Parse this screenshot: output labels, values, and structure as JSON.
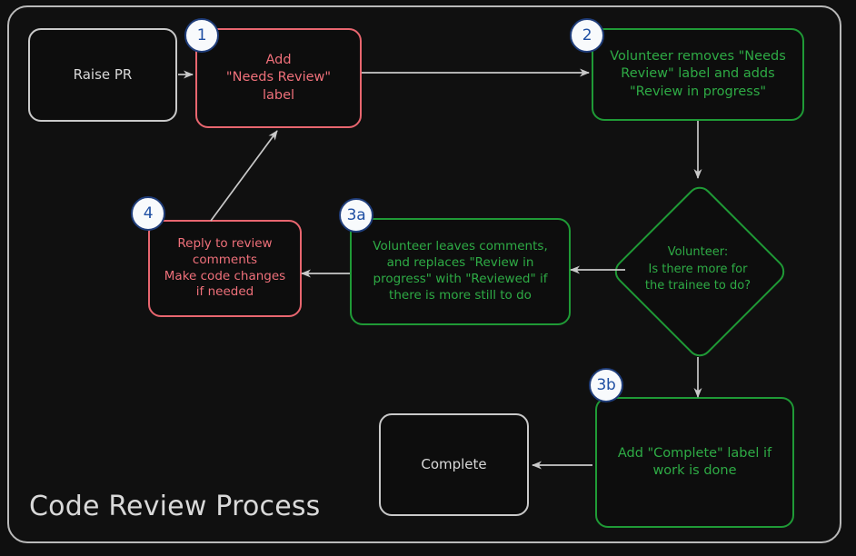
{
  "diagram": {
    "title": "Code Review Process",
    "colors": {
      "background": "#0f0f0f",
      "frame_border": "#b9b9b9",
      "terminal_border": "#c9c9c9",
      "terminal_text": "#d8d8d8",
      "red_border": "#e8666f",
      "red_text": "#ef707a",
      "green_border": "#1f9a36",
      "green_text": "#2eab45",
      "badge_fill": "#f8fafc",
      "badge_border": "#1f3d7a",
      "badge_text": "#1f4fa3",
      "edge": "#c9c9c9",
      "title_text": "#d9d9d9"
    },
    "nodes": [
      {
        "id": "raise-pr",
        "label": "Raise PR",
        "kind": "terminal",
        "badge": null
      },
      {
        "id": "add-label",
        "label": "Add\n\"Needs Review\"\nlabel",
        "kind": "red",
        "badge": "1"
      },
      {
        "id": "volunteer-swap",
        "label": "Volunteer removes \"Needs\nReview\" label and adds\n\"Review in progress\"",
        "kind": "green",
        "badge": "2"
      },
      {
        "id": "decision",
        "label": "Volunteer:\nIs there more for\nthe trainee to do?",
        "kind": "decision",
        "badge": null
      },
      {
        "id": "leaves-comments",
        "label": "Volunteer leaves comments,\nand replaces \"Review in\nprogress\" with \"Reviewed\" if\nthere is more still to do",
        "kind": "green",
        "badge": "3a"
      },
      {
        "id": "reply-comments",
        "label": "Reply to review\ncomments\nMake code changes\nif needed",
        "kind": "red",
        "badge": "4"
      },
      {
        "id": "add-complete",
        "label": "Add \"Complete\" label if\nwork is done",
        "kind": "green",
        "badge": "3b"
      },
      {
        "id": "complete",
        "label": "Complete",
        "kind": "terminal",
        "badge": null
      }
    ],
    "edges": [
      {
        "from": "raise-pr",
        "to": "add-label"
      },
      {
        "from": "add-label",
        "to": "volunteer-swap"
      },
      {
        "from": "volunteer-swap",
        "to": "decision"
      },
      {
        "from": "decision",
        "to": "leaves-comments"
      },
      {
        "from": "leaves-comments",
        "to": "reply-comments"
      },
      {
        "from": "reply-comments",
        "to": "add-label"
      },
      {
        "from": "decision",
        "to": "add-complete"
      },
      {
        "from": "add-complete",
        "to": "complete"
      }
    ]
  }
}
